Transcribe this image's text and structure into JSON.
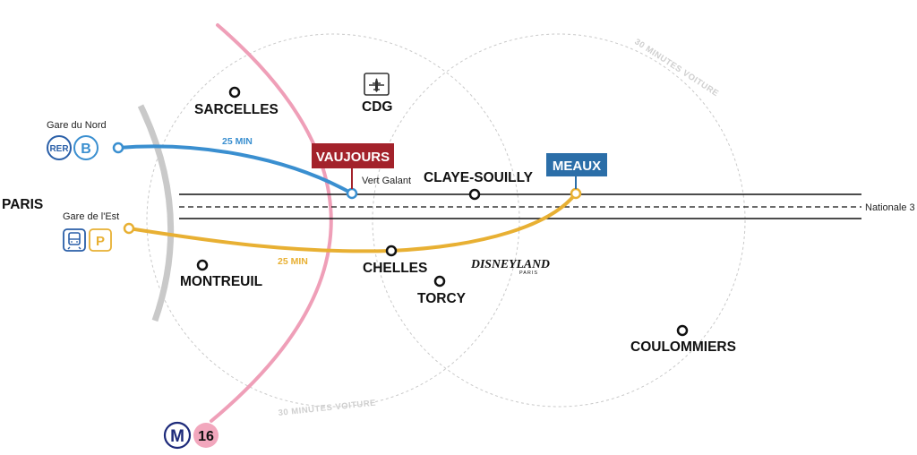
{
  "colors": {
    "blue_line": "#3a8fd0",
    "yellow_line": "#e8b033",
    "pink_arc": "#ef9fb8",
    "grey_arc": "#c9c9c9",
    "vaujours_box": "#a3222b",
    "meaux_box": "#2b6ea8",
    "metro_navy": "#1d2a7a",
    "line16_pink": "#f2a7bd",
    "road": "#111111"
  },
  "icons": {
    "airport": "airplane-icon",
    "rer": "rer-icon",
    "line_b": "line-b-icon",
    "train": "train-icon",
    "parking": "parking-icon",
    "metro": "metro-icon",
    "disneyland": "disneyland-logo"
  },
  "labels": {
    "paris": "PARIS",
    "gare_du_nord": "Gare du Nord",
    "gare_de_lest": "Gare de l'Est",
    "rer": "RER",
    "line_b": "B",
    "parking": "P",
    "metro": "M",
    "line16": "16",
    "blue_duration": "25 MIN",
    "yellow_duration": "25 MIN",
    "vert_galant": "Vert Galant",
    "nationale3": "Nationale 3",
    "arc_30_bottom": "30 MINUTES VOITURE",
    "arc_30_top": "30 MINUTES VOITURE",
    "disney_main": "DISNEYLAND",
    "disney_sub": "PARIS"
  },
  "boxes": {
    "vaujours": "VAUJOURS",
    "meaux": "MEAUX"
  },
  "cities": {
    "sarcelles": "SARCELLES",
    "cdg": "CDG",
    "claye": "CLAYE-SOUILLY",
    "chelles": "CHELLES",
    "torcy": "TORCY",
    "montreuil": "MONTREUIL",
    "coulommiers": "COULOMMIERS"
  }
}
